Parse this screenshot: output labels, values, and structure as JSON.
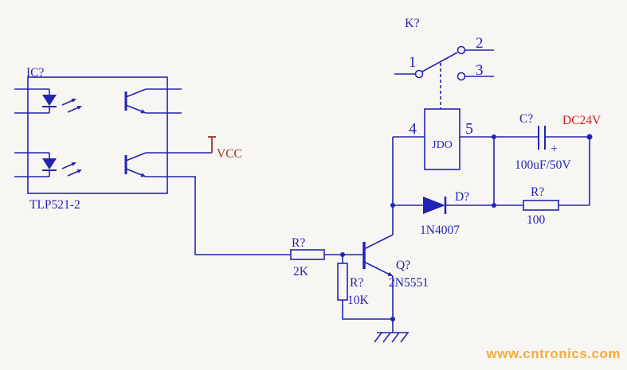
{
  "colors": {
    "background": "#f8f6f2",
    "wire_blue": "#2323b4",
    "supply_red": "#cc2020",
    "vcc_red": "#96382c",
    "watermark_orange": "#f5a93c"
  },
  "schematic": {
    "optocoupler": {
      "ref": "IC?",
      "part": "TLP521-2"
    },
    "vcc_label": "VCC",
    "relay": {
      "ref": "K?",
      "contact_pins": {
        "p1": "1",
        "p2": "2",
        "p3": "3"
      },
      "coil_pins": {
        "p4": "4",
        "p5": "5"
      },
      "coil_label": "JDO"
    },
    "capacitor": {
      "ref": "C?",
      "value": "100uF/50V",
      "polarity": "+"
    },
    "supply_label": "DC24V",
    "diode": {
      "ref": "D?",
      "part": "1N4007"
    },
    "resistor_base": {
      "ref": "R?",
      "value": "2K"
    },
    "resistor_pulldown": {
      "ref": "R?",
      "value": "10K"
    },
    "resistor_load": {
      "ref": "R?",
      "value": "100"
    },
    "transistor": {
      "ref": "Q?",
      "part": "2N5551"
    }
  },
  "watermark": "www.cntronics.com"
}
